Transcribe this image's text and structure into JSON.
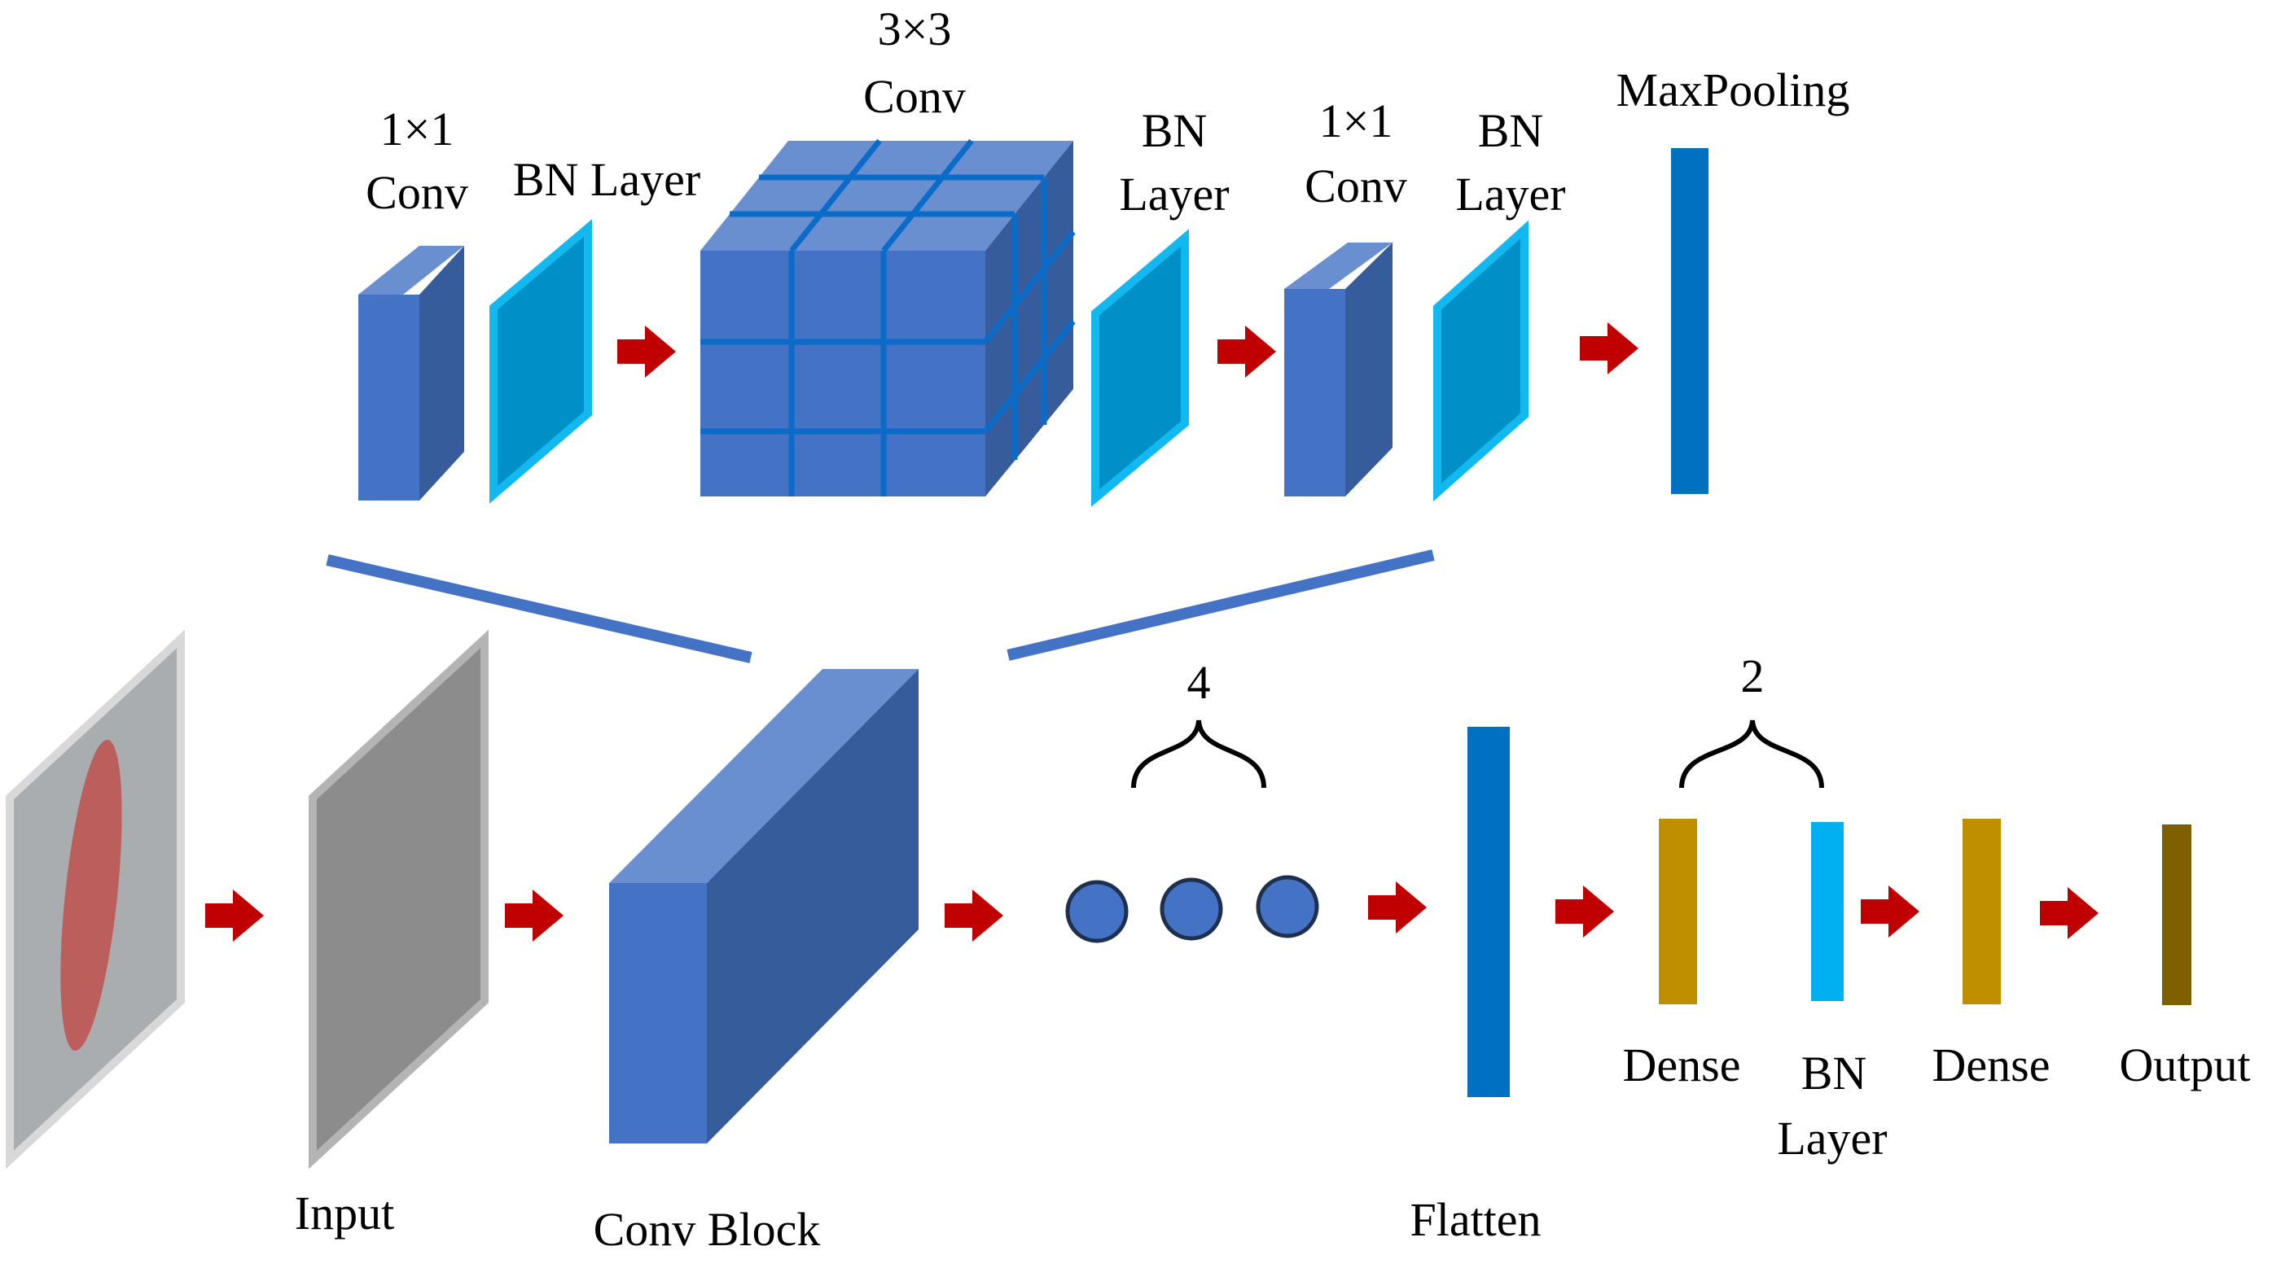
{
  "top_block": {
    "conv1_label_line1": "1×1",
    "conv1_label_line2": "Conv",
    "bn1_label": "BN Layer",
    "conv3_label_line1": "3×3",
    "conv3_label_line2": "Conv",
    "bn2_label_line1": "BN",
    "bn2_label_line2": "Layer",
    "conv2_label_line1": "1×1",
    "conv2_label_line2": "Conv",
    "bn3_label_line1": "BN",
    "bn3_label_line2": "Layer",
    "maxpool_label": "MaxPooling"
  },
  "bottom_pipeline": {
    "input_label": "Input",
    "conv_block_label": "Conv Block",
    "repeat_conv_count": "4",
    "flatten_label": "Flatten",
    "repeat_dense_count": "2",
    "dense1_label": "Dense",
    "bn_label_line1": "BN",
    "bn_label_line2": "Layer",
    "dense2_label": "Dense",
    "output_label": "Output"
  },
  "colors": {
    "conv_front": "#4472C4",
    "conv_side": "#365C9C",
    "conv_top": "#6A8FD0",
    "bn_face": "#0090C8",
    "bn_edge": "#12B8F0",
    "maxpool": "#0070C0",
    "arrow": "#C00000",
    "dense": "#BF8F00",
    "bn_bar": "#00B0F0",
    "output": "#7F6000",
    "image_plate": "#A5A5A5",
    "lesion": "#C0504D",
    "input_plate": "#8C8C8C",
    "connector": "#4472C4"
  }
}
